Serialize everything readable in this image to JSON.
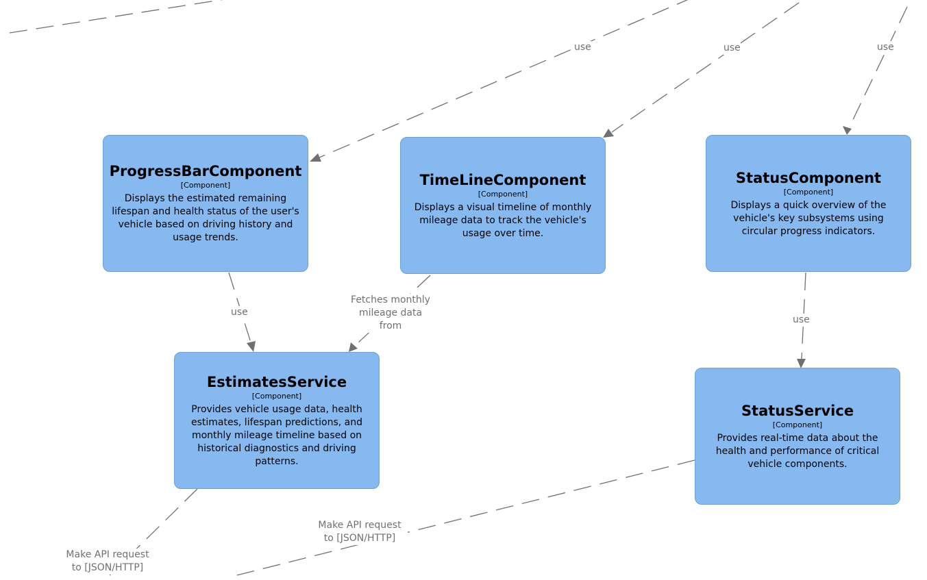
{
  "nodes": {
    "progress_bar": {
      "title": "ProgressBarComponent",
      "type": "[Component]",
      "description": "Displays the estimated remaining lifespan and health status of the user's vehicle based on driving history and usage trends."
    },
    "timeline": {
      "title": "TimeLineComponent",
      "type": "[Component]",
      "description": "Displays a visual timeline of monthly mileage data to track the vehicle's usage over time."
    },
    "status_component": {
      "title": "StatusComponent",
      "type": "[Component]",
      "description": "Displays a quick overview of the vehicle's key subsystems using circular progress indicators."
    },
    "estimates_service": {
      "title": "EstimatesService",
      "type": "[Component]",
      "description": "Provides vehicle usage data, health estimates, lifespan predictions, and monthly mileage timeline based on historical diagnostics and driving patterns."
    },
    "status_service": {
      "title": "StatusService",
      "type": "[Component]",
      "description": "Provides real-time data about the health and performance of critical vehicle components."
    }
  },
  "edges": {
    "incoming_progress_label": "use",
    "incoming_timeline_label": "use",
    "incoming_status_label": "use",
    "progress_to_estimates_label": "use",
    "timeline_to_estimates_label": "Fetches monthly\nmileage data\nfrom",
    "status_component_to_status_service_label": "use",
    "estimates_api_label": "Make API request\nto [JSON/HTTP]",
    "status_service_api_label": "Make API request\nto [JSON/HTTP]"
  },
  "colors": {
    "node_fill": "#85b9f0",
    "node_border": "#6a9fd8",
    "edge": "#707070"
  }
}
